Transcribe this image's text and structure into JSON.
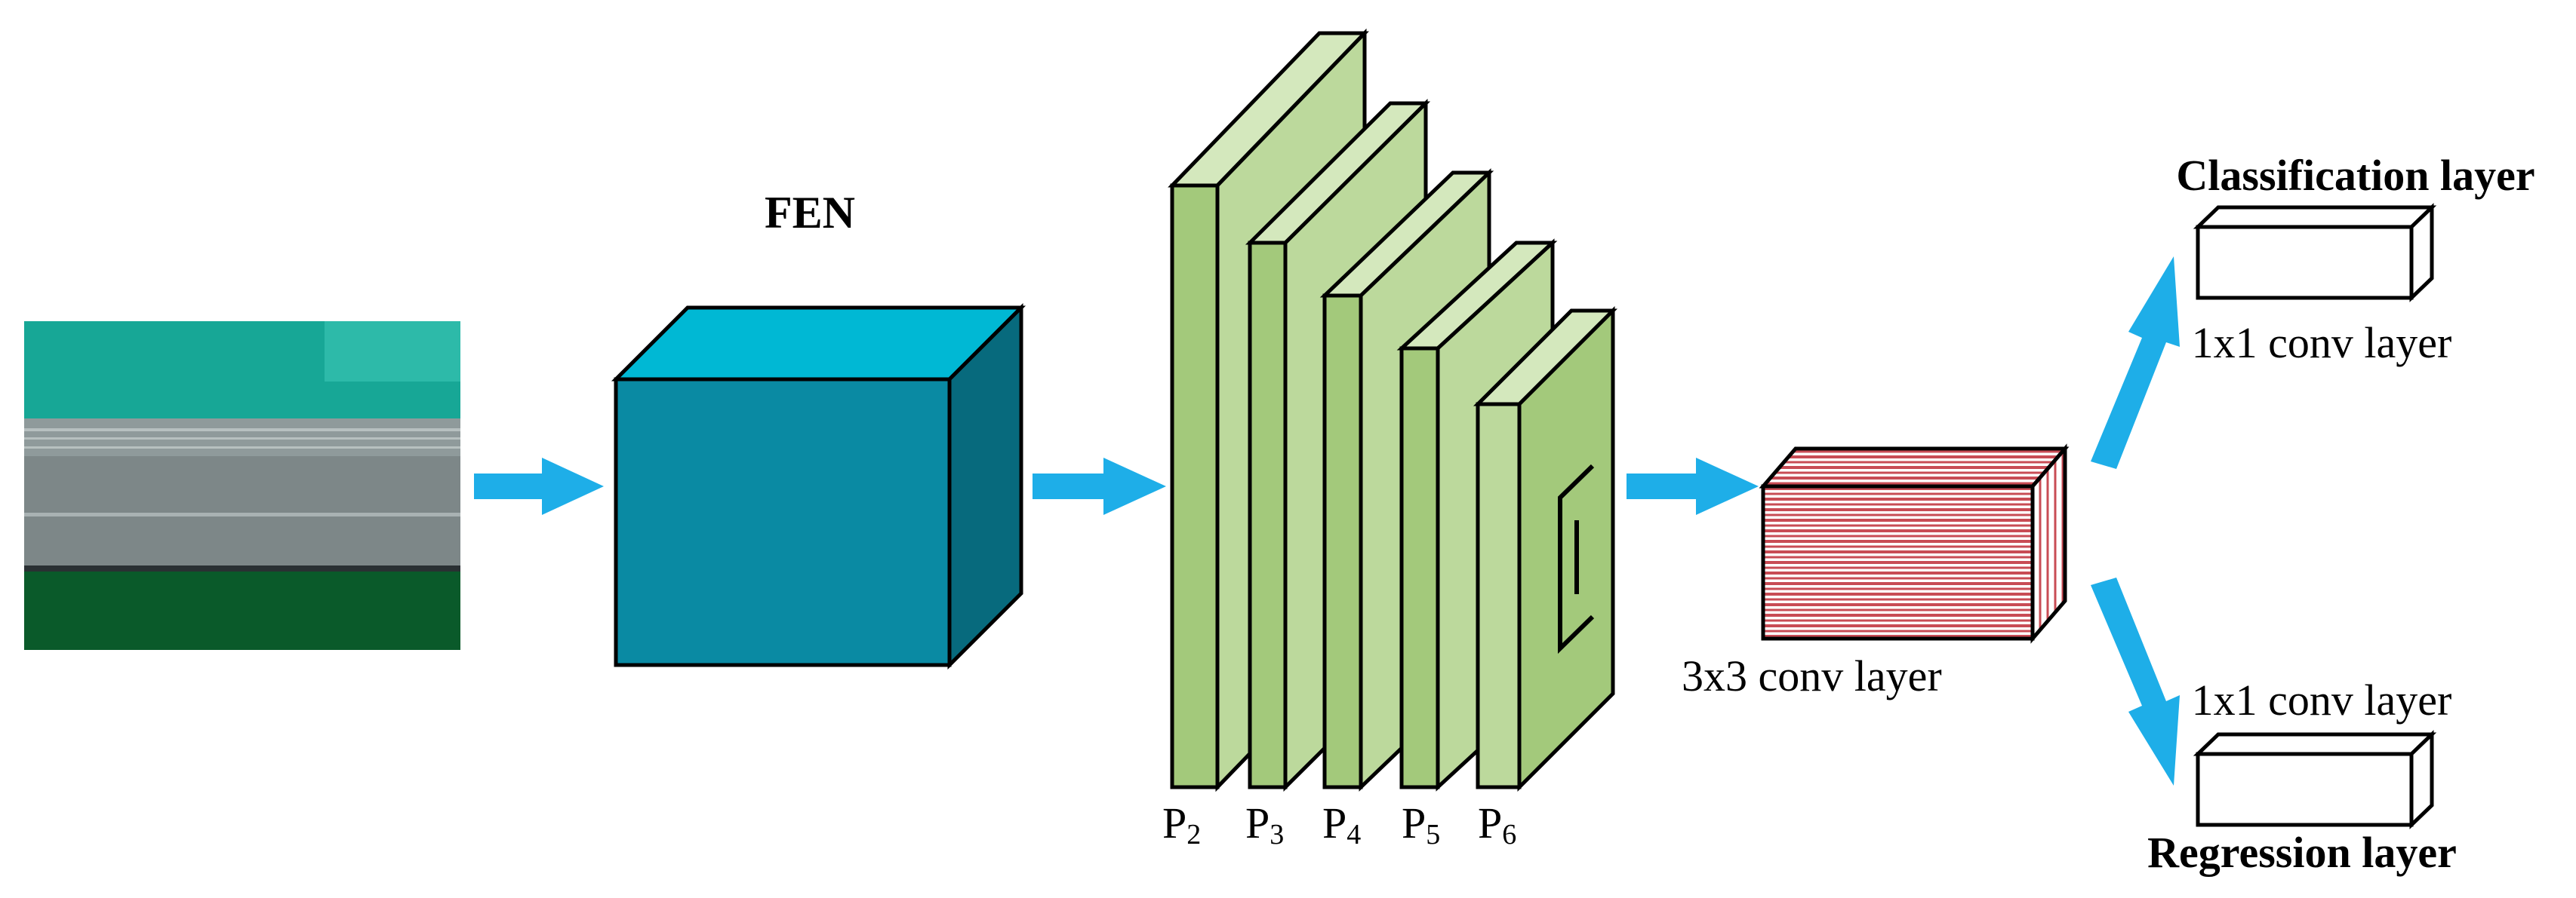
{
  "fen": {
    "label": "FEN"
  },
  "pyramid": {
    "levels": [
      {
        "base": "P",
        "sub": "2"
      },
      {
        "base": "P",
        "sub": "3"
      },
      {
        "base": "P",
        "sub": "4"
      },
      {
        "base": "P",
        "sub": "5"
      },
      {
        "base": "P",
        "sub": "6"
      }
    ]
  },
  "conv3x3": {
    "label": "3x3 conv layer"
  },
  "classification": {
    "title": "Classification layer",
    "conv_label": "1x1 conv layer"
  },
  "regression": {
    "title": "Regression layer",
    "conv_label": "1x1 conv layer"
  },
  "colors": {
    "arrow": "#1eaee8",
    "fen_front": "#0a8aa3",
    "fen_top": "#00b8d4",
    "fen_side": "#076a7d",
    "pyramid_front": "#a3c97b",
    "pyramid_side": "#bcd99c",
    "pyramid_top": "#d4e8bd",
    "conv_stripe": "#c84c55"
  }
}
